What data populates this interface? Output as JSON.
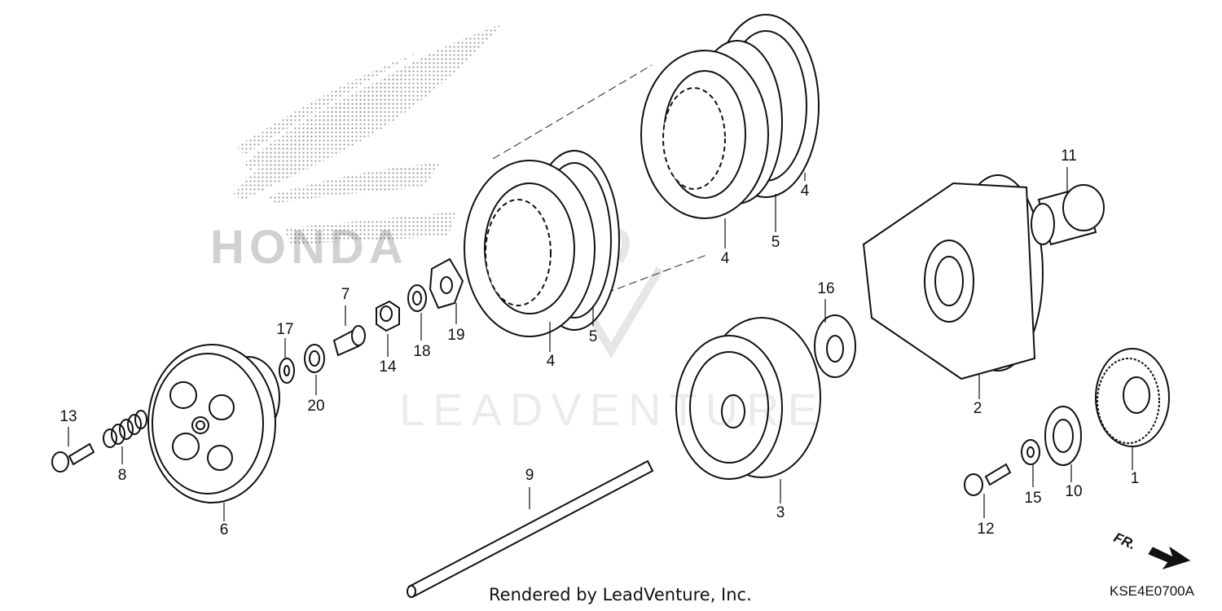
{
  "brand_logo_text": "HONDA",
  "watermark_text": "LEADVENTURE",
  "footer_text": "Rendered by LeadVenture, Inc.",
  "diagram_code": "KSE4E0700A",
  "direction_label": "FR.",
  "callouts": {
    "c1": "1",
    "c2": "2",
    "c3": "3",
    "c4a": "4",
    "c4b": "4",
    "c4c": "4",
    "c5a": "5",
    "c5b": "5",
    "c6": "6",
    "c7": "7",
    "c8": "8",
    "c9": "9",
    "c10": "10",
    "c11": "11",
    "c12": "12",
    "c13": "13",
    "c14": "14",
    "c15": "15",
    "c16": "16",
    "c17": "17",
    "c18": "18",
    "c19": "19",
    "c20": "20"
  }
}
